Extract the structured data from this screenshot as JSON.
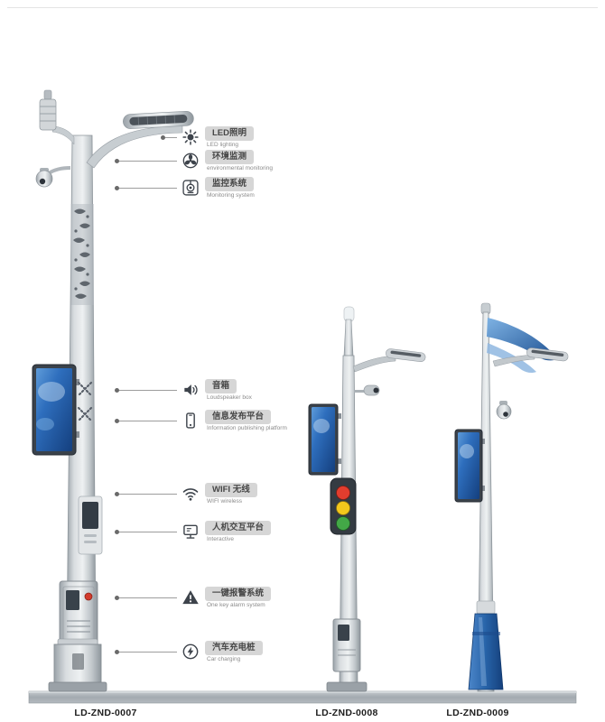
{
  "callouts": [
    {
      "name": "led-lighting",
      "zh": "LED照明",
      "en": "LED lighting",
      "icon": "led-lighting-icon"
    },
    {
      "name": "environment-monitoring",
      "zh": "环境监测",
      "en": "environmental monitoring",
      "icon": "environment-monitoring-icon"
    },
    {
      "name": "monitoring-system",
      "zh": "监控系统",
      "en": "Monitoring system",
      "icon": "monitoring-system-icon"
    },
    {
      "name": "loudspeaker",
      "zh": "音箱",
      "en": "Loudspeaker box",
      "icon": "loudspeaker-icon"
    },
    {
      "name": "information-publishing",
      "zh": "信息发布平台",
      "en": "Information publishing platform",
      "icon": "info-platform-icon"
    },
    {
      "name": "wifi-wireless",
      "zh": "WIFI 无线",
      "en": "WIFI wireless",
      "icon": "wifi-icon"
    },
    {
      "name": "interactive",
      "zh": "人机交互平台",
      "en": "Interactive",
      "icon": "interactive-icon"
    },
    {
      "name": "one-key-alarm",
      "zh": "一键报警系统",
      "en": "One key alarm system",
      "icon": "alarm-icon"
    },
    {
      "name": "car-charging",
      "zh": "汽车充电桩",
      "en": "Car charging",
      "icon": "car-charging-icon"
    }
  ],
  "models": [
    "LD-ZND-0007",
    "LD-ZND-0008",
    "LD-ZND-0009"
  ],
  "colors": {
    "screen_blue": "#2e6ebd",
    "swoosh_blue": "#1b4e90",
    "base_blue": "#2763a8",
    "alarm_red": "#d23b2c",
    "traffic_red": "#e23d2e",
    "traffic_yellow": "#f3c71c",
    "traffic_green": "#43a847",
    "pole_gray": "#c5cbcf",
    "ground_gray": "#a3aab0",
    "label_bg": "#d6d6d6"
  }
}
